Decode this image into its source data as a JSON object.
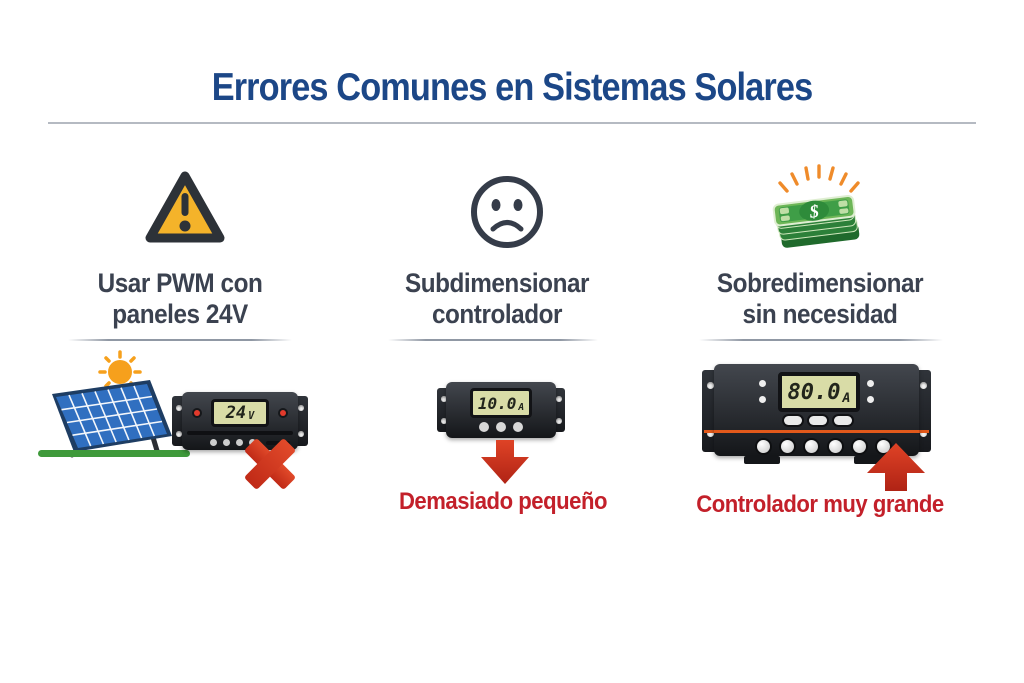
{
  "title": "Errores Comunes en Sistemas Solares",
  "columns": [
    {
      "icon": "warning-triangle-icon",
      "heading": [
        "Usar PWM con",
        "paneles 24V"
      ],
      "device_display": {
        "value": "24",
        "unit": "V"
      },
      "marker": "red-x"
    },
    {
      "icon": "sad-face-icon",
      "heading": [
        "Subdimensionar",
        "controlador"
      ],
      "device_display": {
        "value": "10.0",
        "unit": "A"
      },
      "marker": "red-arrow-down",
      "caption": "Demasiado pequeño"
    },
    {
      "icon": "money-stack-icon",
      "heading": [
        "Sobredimensionar",
        "sin necesidad"
      ],
      "device_display": {
        "value": "80.0",
        "unit": "A"
      },
      "marker": "red-arrow-up",
      "caption": "Controlador muy grande"
    }
  ],
  "money_symbol": "$",
  "colors": {
    "title_navy": "#1c4787",
    "heading_gray": "#3b4250",
    "caption_red": "#c3202a",
    "marker_red": "#d2341e",
    "warning_yellow": "#f4b32a",
    "money_green": "#2e8b3a",
    "sun_orange": "#f6a01c",
    "panel_blue": "#306fc0",
    "grass_green": "#3f9a3b",
    "lcd_background": "#d9dca7",
    "controller_black": "#1d2024",
    "stripe_orange": "#e2591b"
  }
}
